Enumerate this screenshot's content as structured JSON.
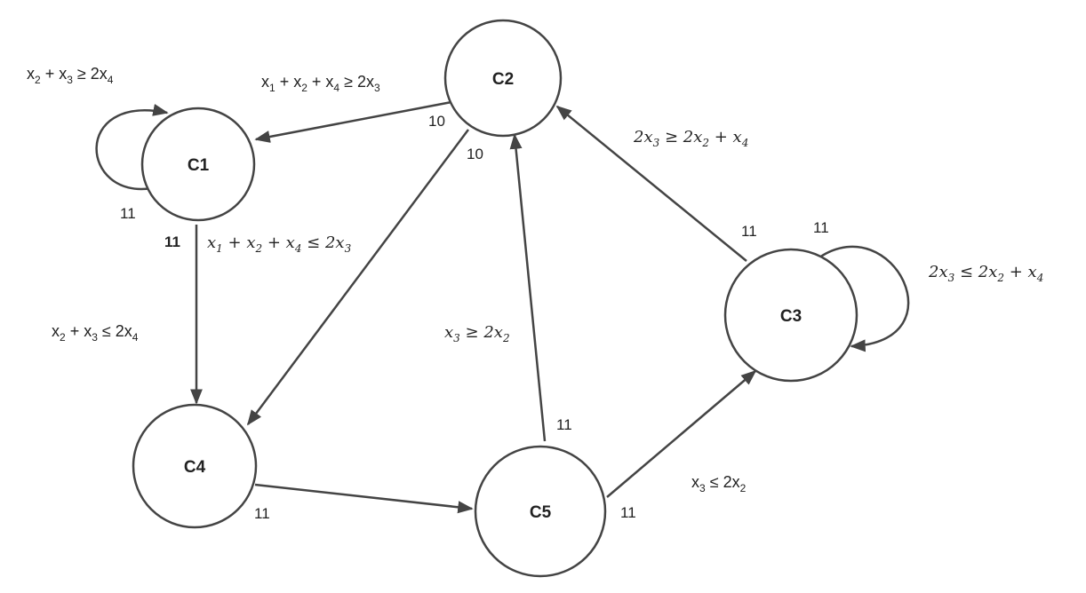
{
  "nodes": {
    "c1": "C1",
    "c2": "C2",
    "c3": "C3",
    "c4": "C4",
    "c5": "C5"
  },
  "edge_counts": {
    "c1_self": "11",
    "c1_c4": "11",
    "c2_c1": "10",
    "c2_c4": "10",
    "c3_c2": "11",
    "c3_self": "11",
    "c4_c5": "11",
    "c5_c2": "11",
    "c5_c3": "11"
  },
  "conditions": {
    "c1_self": {
      "a": "x",
      "a_sub": "2",
      "b": " + x",
      "b_sub": "3",
      "c": " ≥ 2x",
      "c_sub": "4"
    },
    "c2_c1": {
      "a": "x",
      "a_sub": "1",
      "b": " + x",
      "b_sub": "2",
      "c": " + x",
      "c_sub": "4",
      "d": " ≥ 2x",
      "d_sub": "3"
    },
    "c2_c4": {
      "a": "x",
      "a_sub": "1",
      "b": " + x",
      "b_sub": "2",
      "c": " + x",
      "c_sub": "4",
      "d": " ≤ 2x",
      "d_sub": "3"
    },
    "c1_c4": {
      "a": "x",
      "a_sub": "2",
      "b": " + x",
      "b_sub": "3",
      "c": " ≤ 2x",
      "c_sub": "4"
    },
    "c3_c2": {
      "a": "2x",
      "a_sub": "3",
      "b": " ≥ 2x",
      "b_sub": "2",
      "c": " + x",
      "c_sub": "4"
    },
    "c3_self": {
      "a": "2x",
      "a_sub": "3",
      "b": " ≤ 2x",
      "b_sub": "2",
      "c": " + x",
      "c_sub": "4"
    },
    "c5_c2": {
      "a": "x",
      "a_sub": "3",
      "b": " ≥ 2x",
      "b_sub": "2"
    },
    "c5_c3": {
      "a": "x",
      "a_sub": "3",
      "b": " ≤ 2x",
      "b_sub": "2"
    }
  },
  "colors": {
    "stroke": "#444444",
    "text": "#222222",
    "background": "#ffffff"
  }
}
